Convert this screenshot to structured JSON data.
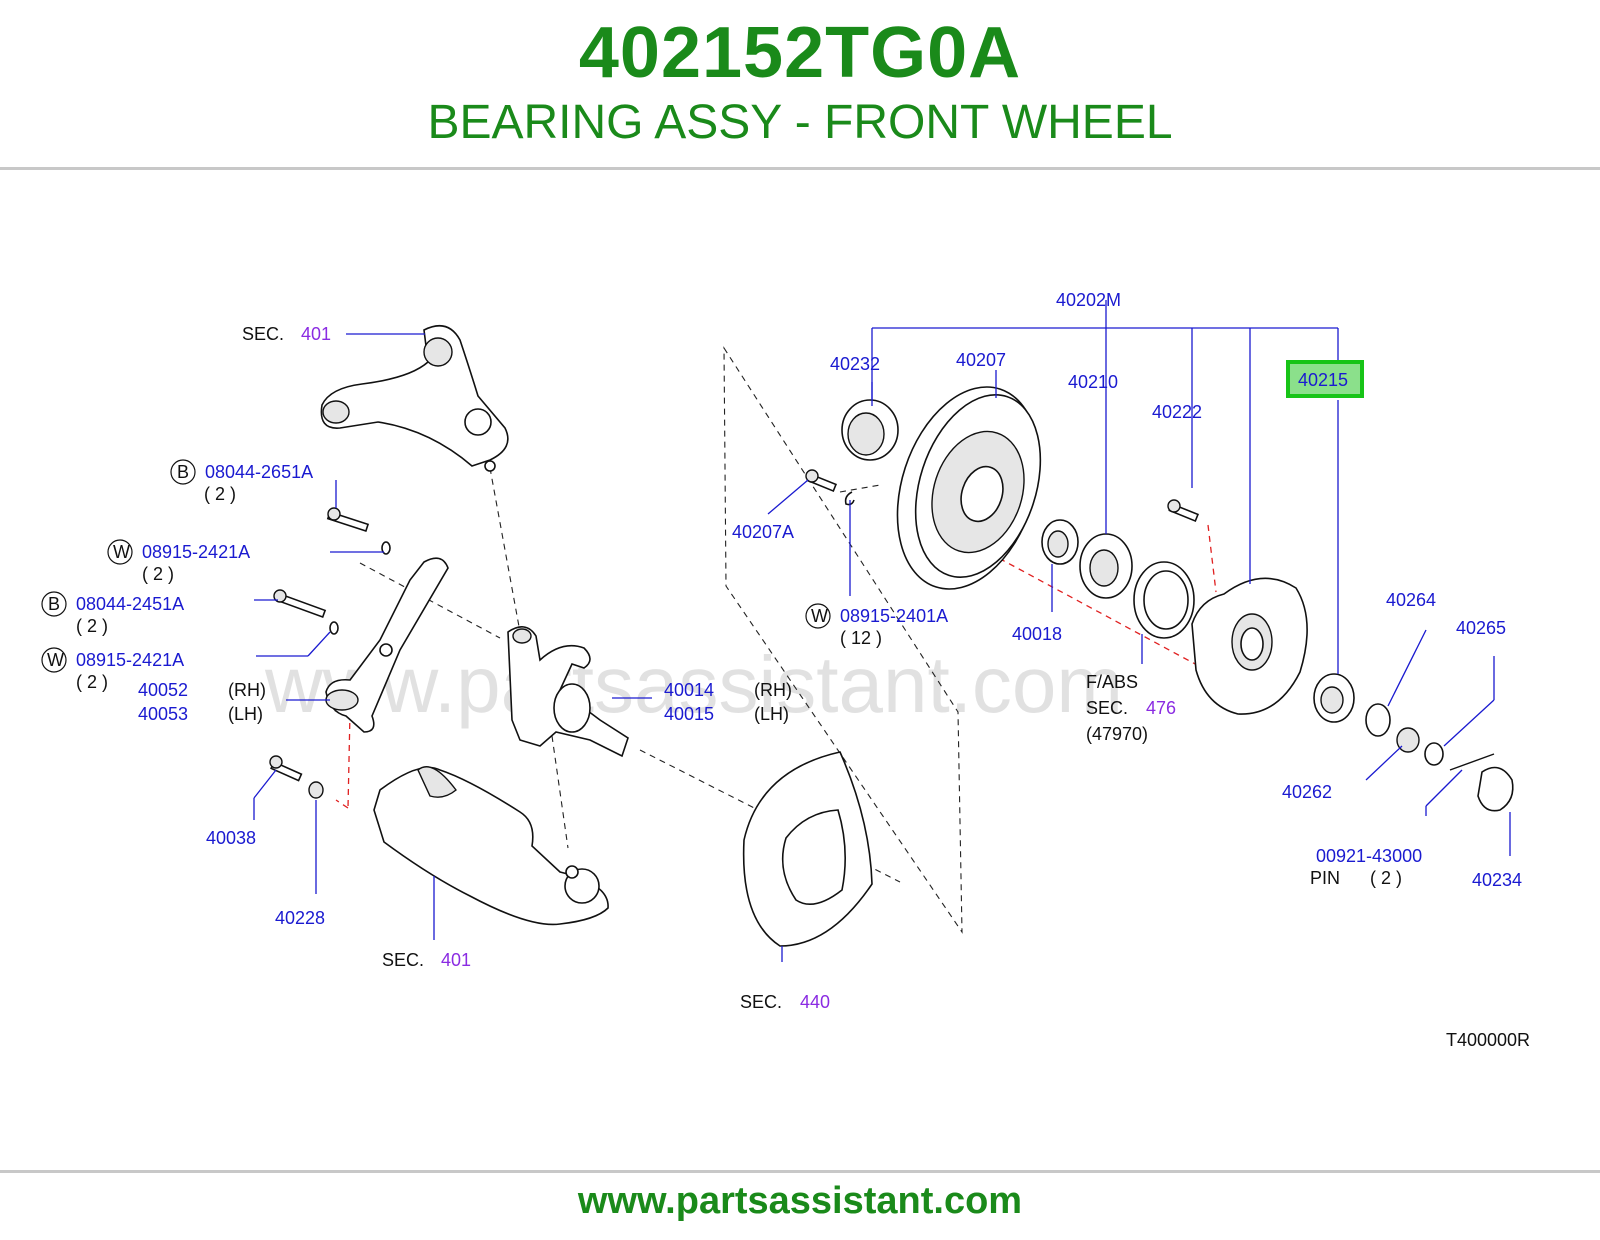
{
  "header": {
    "part_number": "402152TG0A",
    "description": "BEARING ASSY - FRONT WHEEL"
  },
  "diagram": {
    "watermark": "www.partsassistant.com",
    "drawing_code": "T400000R",
    "highlighted_part": "40215",
    "labels": {
      "sec_401_top_prefix": "SEC.",
      "sec_401_top_num": "401",
      "b_08044_2651a": "08044-2651A",
      "b_08044_2651a_qty": "( 2 )",
      "w_08915_2421a_1": "08915-2421A",
      "w_08915_2421a_1_qty": "( 2 )",
      "b_08044_2451a": "08044-2451A",
      "b_08044_2451a_qty": "( 2 )",
      "w_08915_2421a_2": "08915-2421A",
      "w_08915_2421a_2_qty": "( 2 )",
      "p40052": "40052",
      "p40052_side": "(RH)",
      "p40053": "40053",
      "p40053_side": "(LH)",
      "p40014": "40014",
      "p40014_side": "(RH)",
      "p40015": "40015",
      "p40015_side": "(LH)",
      "p40038": "40038",
      "p40228": "40228",
      "sec_401_bottom_prefix": "SEC.",
      "sec_401_bottom_num": "401",
      "sec_440_prefix": "SEC.",
      "sec_440_num": "440",
      "p40202m": "40202M",
      "p40232": "40232",
      "p40207": "40207",
      "p40210": "40210",
      "p40222": "40222",
      "p40215": "40215",
      "p40207a": "40207A",
      "w_08915_2401a": "08915-2401A",
      "w_08915_2401a_qty": "( 12 )",
      "p40018": "40018",
      "fabs": "F/ABS",
      "sec_476_prefix": "SEC.",
      "sec_476_num": "476",
      "p47970": "(47970)",
      "p40264": "40264",
      "p40265": "40265",
      "p40262": "40262",
      "p00921_43000": "00921-43000",
      "pin": "PIN",
      "pin_qty": "( 2 )",
      "p40234": "40234",
      "circle_b": "B",
      "circle_w": "W"
    }
  },
  "footer": {
    "url": "www.partsassistant.com"
  },
  "colors": {
    "brand_green": "#1a8a1a",
    "label_blue": "#1a1ad0",
    "section_purple": "#8a2be2",
    "highlight_green": "#17c417",
    "red_dash": "#e02020"
  }
}
